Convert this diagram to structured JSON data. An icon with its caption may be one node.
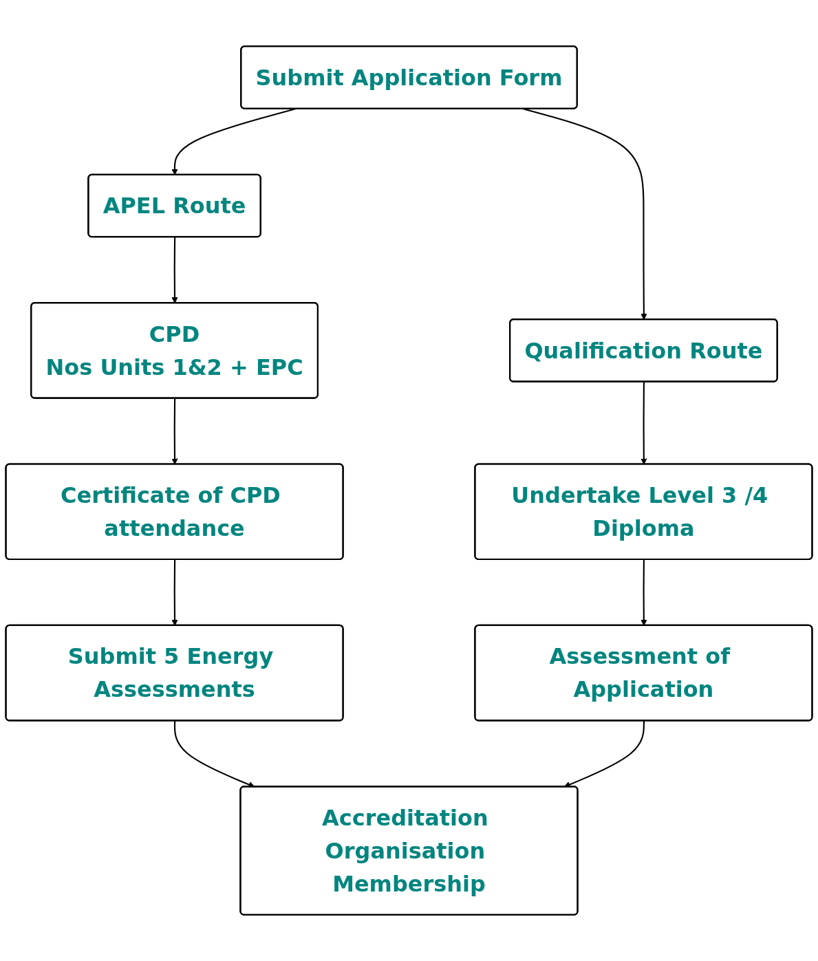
{
  "diagram": {
    "nodes": [
      {
        "text": [
          "Submit Application Form"
        ]
      },
      {
        "text": [
          "APEL Route"
        ]
      },
      {
        "text": [
          "Qualification Route"
        ]
      },
      {
        "text": [
          "CPD",
          "Nos Units 1&2 + EPC"
        ]
      },
      {
        "text": [
          "Undertake Level 3 /4 Diploma"
        ]
      },
      {
        "text": [
          "Certificate of CPD attendance"
        ]
      },
      {
        "text": [
          "Assessment of Application"
        ]
      },
      {
        "text": [
          "Submit 5 Energy Assessments"
        ]
      },
      {
        "text": [
          "Accreditation Organisation Membership"
        ]
      }
    ],
    "edges": [
      {
        "from": 0,
        "to": 1,
        "arrow": "to"
      },
      {
        "from": 0,
        "to": 2,
        "arrow": "to"
      },
      {
        "from": 1,
        "to": 3,
        "arrow": "to"
      },
      {
        "from": 2,
        "to": 4,
        "arrow": "to"
      },
      {
        "from": 3,
        "to": 5,
        "arrow": "to"
      },
      {
        "from": 5,
        "to": 7,
        "arrow": "to"
      },
      {
        "from": 4,
        "to": 6,
        "arrow": "to"
      },
      {
        "from": 7,
        "to": 8,
        "arrow": "to"
      },
      {
        "from": 6,
        "to": 8,
        "arrow": "to"
      }
    ]
  }
}
